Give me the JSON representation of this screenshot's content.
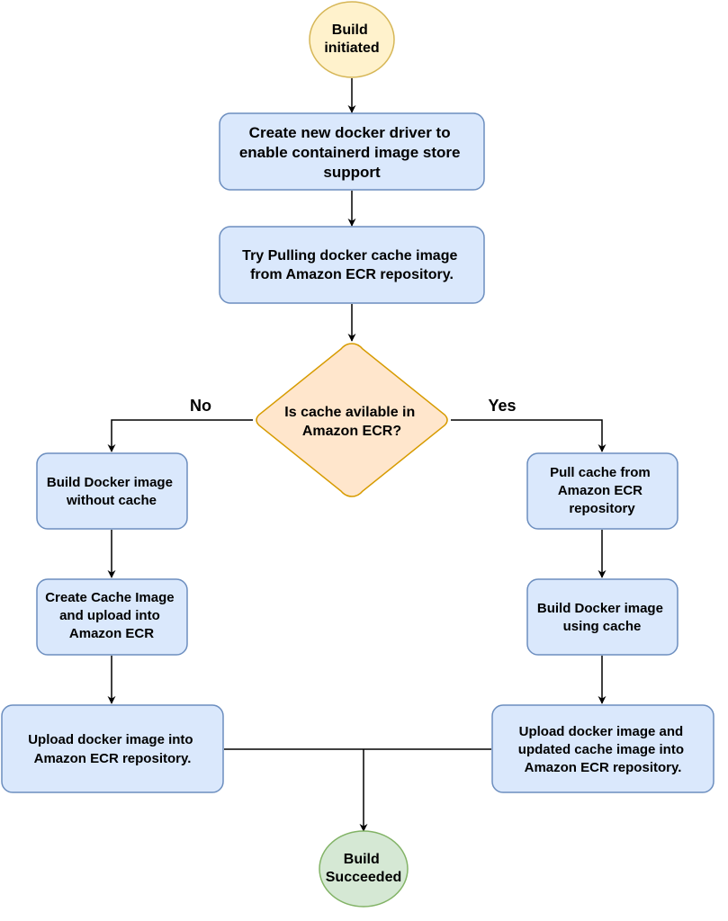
{
  "colors": {
    "process_fill": "#dae8fc",
    "process_stroke": "#6c8ebf",
    "start_fill": "#fff2cc",
    "start_stroke": "#d6b656",
    "decision_fill": "#ffe6cc",
    "decision_stroke": "#d79b00",
    "end_fill": "#d5e8d4",
    "end_stroke": "#82b366",
    "line": "#000000"
  },
  "nodes": {
    "start": [
      "Build",
      "initiated"
    ],
    "create_driver": [
      "Create new docker driver to",
      "enable containerd image store",
      "support"
    ],
    "try_pull": [
      "Try Pulling docker cache image",
      "from Amazon ECR repository."
    ],
    "decision": [
      "Is cache avilable in",
      "Amazon ECR?"
    ],
    "build_no_cache": [
      "Build Docker image",
      "without cache"
    ],
    "create_cache": [
      "Create Cache Image",
      "and upload into",
      "Amazon ECR"
    ],
    "upload_left": [
      "Upload docker image into",
      "Amazon ECR repository."
    ],
    "pull_cache": [
      "Pull cache from",
      "Amazon ECR",
      "repository"
    ],
    "build_with_cache": [
      "Build Docker image",
      "using cache"
    ],
    "upload_right": [
      "Upload docker image and",
      "updated cache image into",
      "Amazon ECR repository."
    ],
    "end": [
      "Build",
      "Succeeded"
    ]
  },
  "edges": {
    "no_label": "No",
    "yes_label": "Yes"
  }
}
